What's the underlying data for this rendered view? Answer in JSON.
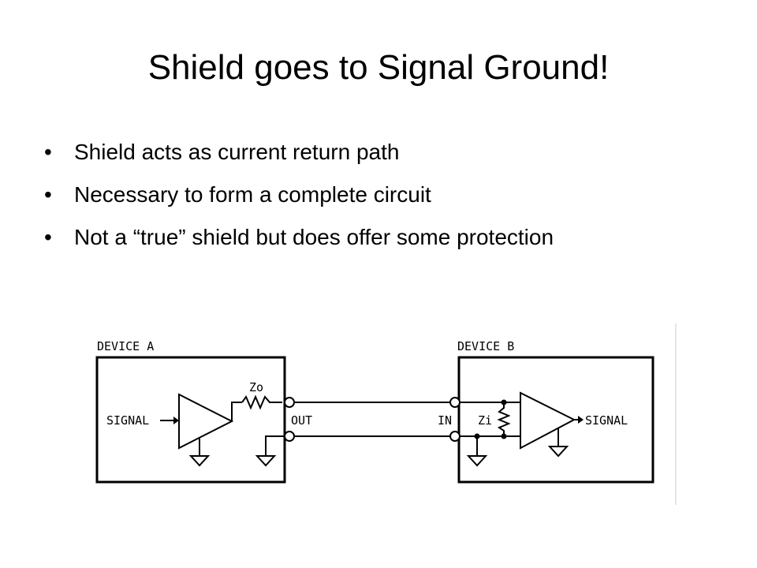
{
  "slide": {
    "title": "Shield goes to Signal Ground!",
    "bullet_glyph": "•",
    "bullets": [
      "Shield acts as current return path",
      "Necessary to form a complete circuit",
      "Not a “true” shield but does offer some protection"
    ]
  },
  "diagram": {
    "device_a_label": "DEVICE A",
    "device_b_label": "DEVICE B",
    "signal_in_label": "SIGNAL",
    "signal_out_label": "SIGNAL",
    "zo_label": "Zo",
    "zi_label": "Zi",
    "out_label": "OUT",
    "in_label": "IN"
  }
}
